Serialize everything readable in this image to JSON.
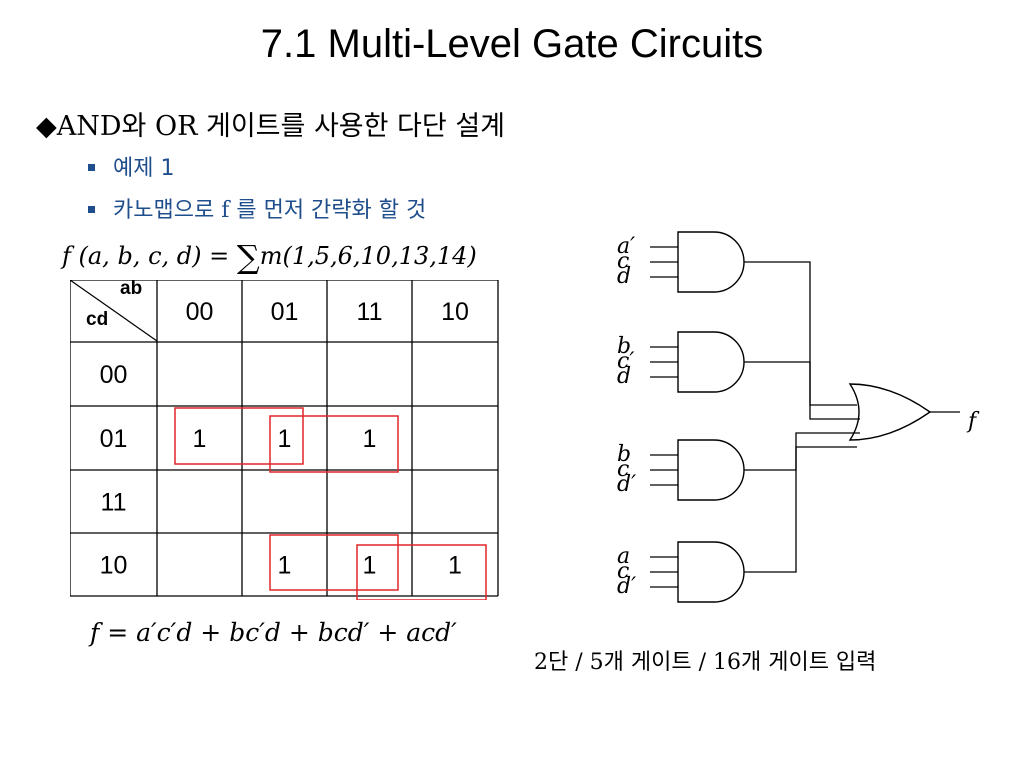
{
  "slide": {
    "title": "7.1 Multi-Level Gate Circuits",
    "bullet_marker": "◆",
    "bullet": "AND와 OR 게이트를 사용한 다단 설계",
    "sub_items": [
      {
        "label": "예제 1"
      },
      {
        "before": "카노맵으로 ",
        "var": "f",
        "after": " 를 먼저 간략화 할 것"
      }
    ],
    "colors": {
      "sub_text": "#1f4e8c",
      "group_outline": "#e0262a"
    }
  },
  "function_def": {
    "lhs": "f (a, b, c, d) =",
    "sigma": "∑",
    "rhs": "m(1,5,6,10,13,14)"
  },
  "kmap": {
    "corner_top": "ab",
    "corner_bottom": "cd",
    "col_headers": [
      "00",
      "01",
      "11",
      "10"
    ],
    "row_headers": [
      "00",
      "01",
      "11",
      "10"
    ],
    "cells": [
      [
        "",
        "",
        "",
        ""
      ],
      [
        "1",
        "1",
        "1",
        ""
      ],
      [
        "",
        "",
        "",
        ""
      ],
      [
        "",
        "1",
        "1",
        "1"
      ]
    ]
  },
  "simplified": {
    "expression": "f = a′c′d + bc′d + bcd′ + acd′"
  },
  "circuit": {
    "gates": [
      {
        "inputs": [
          "a′",
          "c",
          "d"
        ]
      },
      {
        "inputs": [
          "b",
          "c′",
          "d"
        ]
      },
      {
        "inputs": [
          "b",
          "c",
          "d′"
        ]
      },
      {
        "inputs": [
          "a",
          "c",
          "d′"
        ]
      }
    ],
    "output": "f"
  },
  "caption": "2단 / 5개 게이트 / 16개 게이트 입력"
}
